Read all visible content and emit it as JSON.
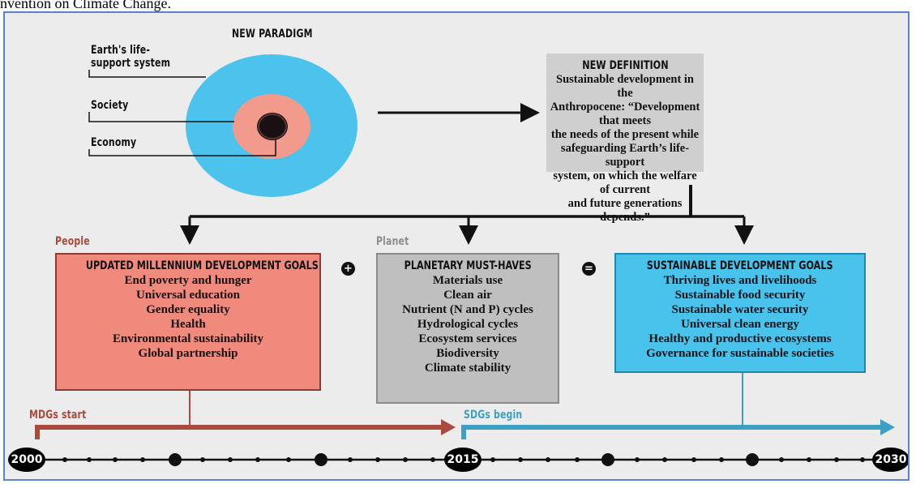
{
  "caption": "nvention on Climate Change.",
  "paradigm": {
    "title": "NEW PARADIGM",
    "labels": [
      "Earth's life-",
      "support system",
      "Society",
      "Economy"
    ]
  },
  "definition": {
    "title": "NEW DEFINITION",
    "lines": [
      "Sustainable development in the",
      "Anthropocene: “Development that meets",
      "the needs of the present while",
      "safeguarding Earth’s life-support",
      "system, on which the welfare of current",
      "and future generations depends.”"
    ]
  },
  "columns": {
    "people": "People",
    "planet": "Planet"
  },
  "mdg": {
    "title": "UPDATED MILLENNIUM DEVELOPMENT GOALS",
    "items": [
      "End poverty and hunger",
      "Universal education",
      "Gender equality",
      "Health",
      "Environmental sustainability",
      "Global partnership"
    ]
  },
  "planetary": {
    "title": "PLANETARY MUST-HAVES",
    "items": [
      "Materials use",
      "Clean air",
      "Nutrient (N and P) cycles",
      "Hydrological cycles",
      "Ecosystem services",
      "Biodiversity",
      "Climate stability"
    ]
  },
  "sdg": {
    "title": "SUSTAINABLE DEVELOPMENT GOALS",
    "items": [
      "Thriving lives and livelihoods",
      "Sustainable food security",
      "Sustainable water security",
      "Universal clean energy",
      "Healthy and productive ecosystems",
      "Governance for sustainable societies"
    ]
  },
  "operators": [
    "+",
    "="
  ],
  "timeline": {
    "mdg_start": "MDGs start",
    "sdg_begin": "SDGs begin",
    "years": [
      "2000",
      "2015",
      "2030"
    ]
  },
  "colors": {
    "outer_ring": "#4cc3ec",
    "society_ring": "#f29a8c",
    "economy_core": "#1a0f12",
    "mdg_red": "#a94a3f",
    "sdg_blue": "#3d9fc4"
  }
}
